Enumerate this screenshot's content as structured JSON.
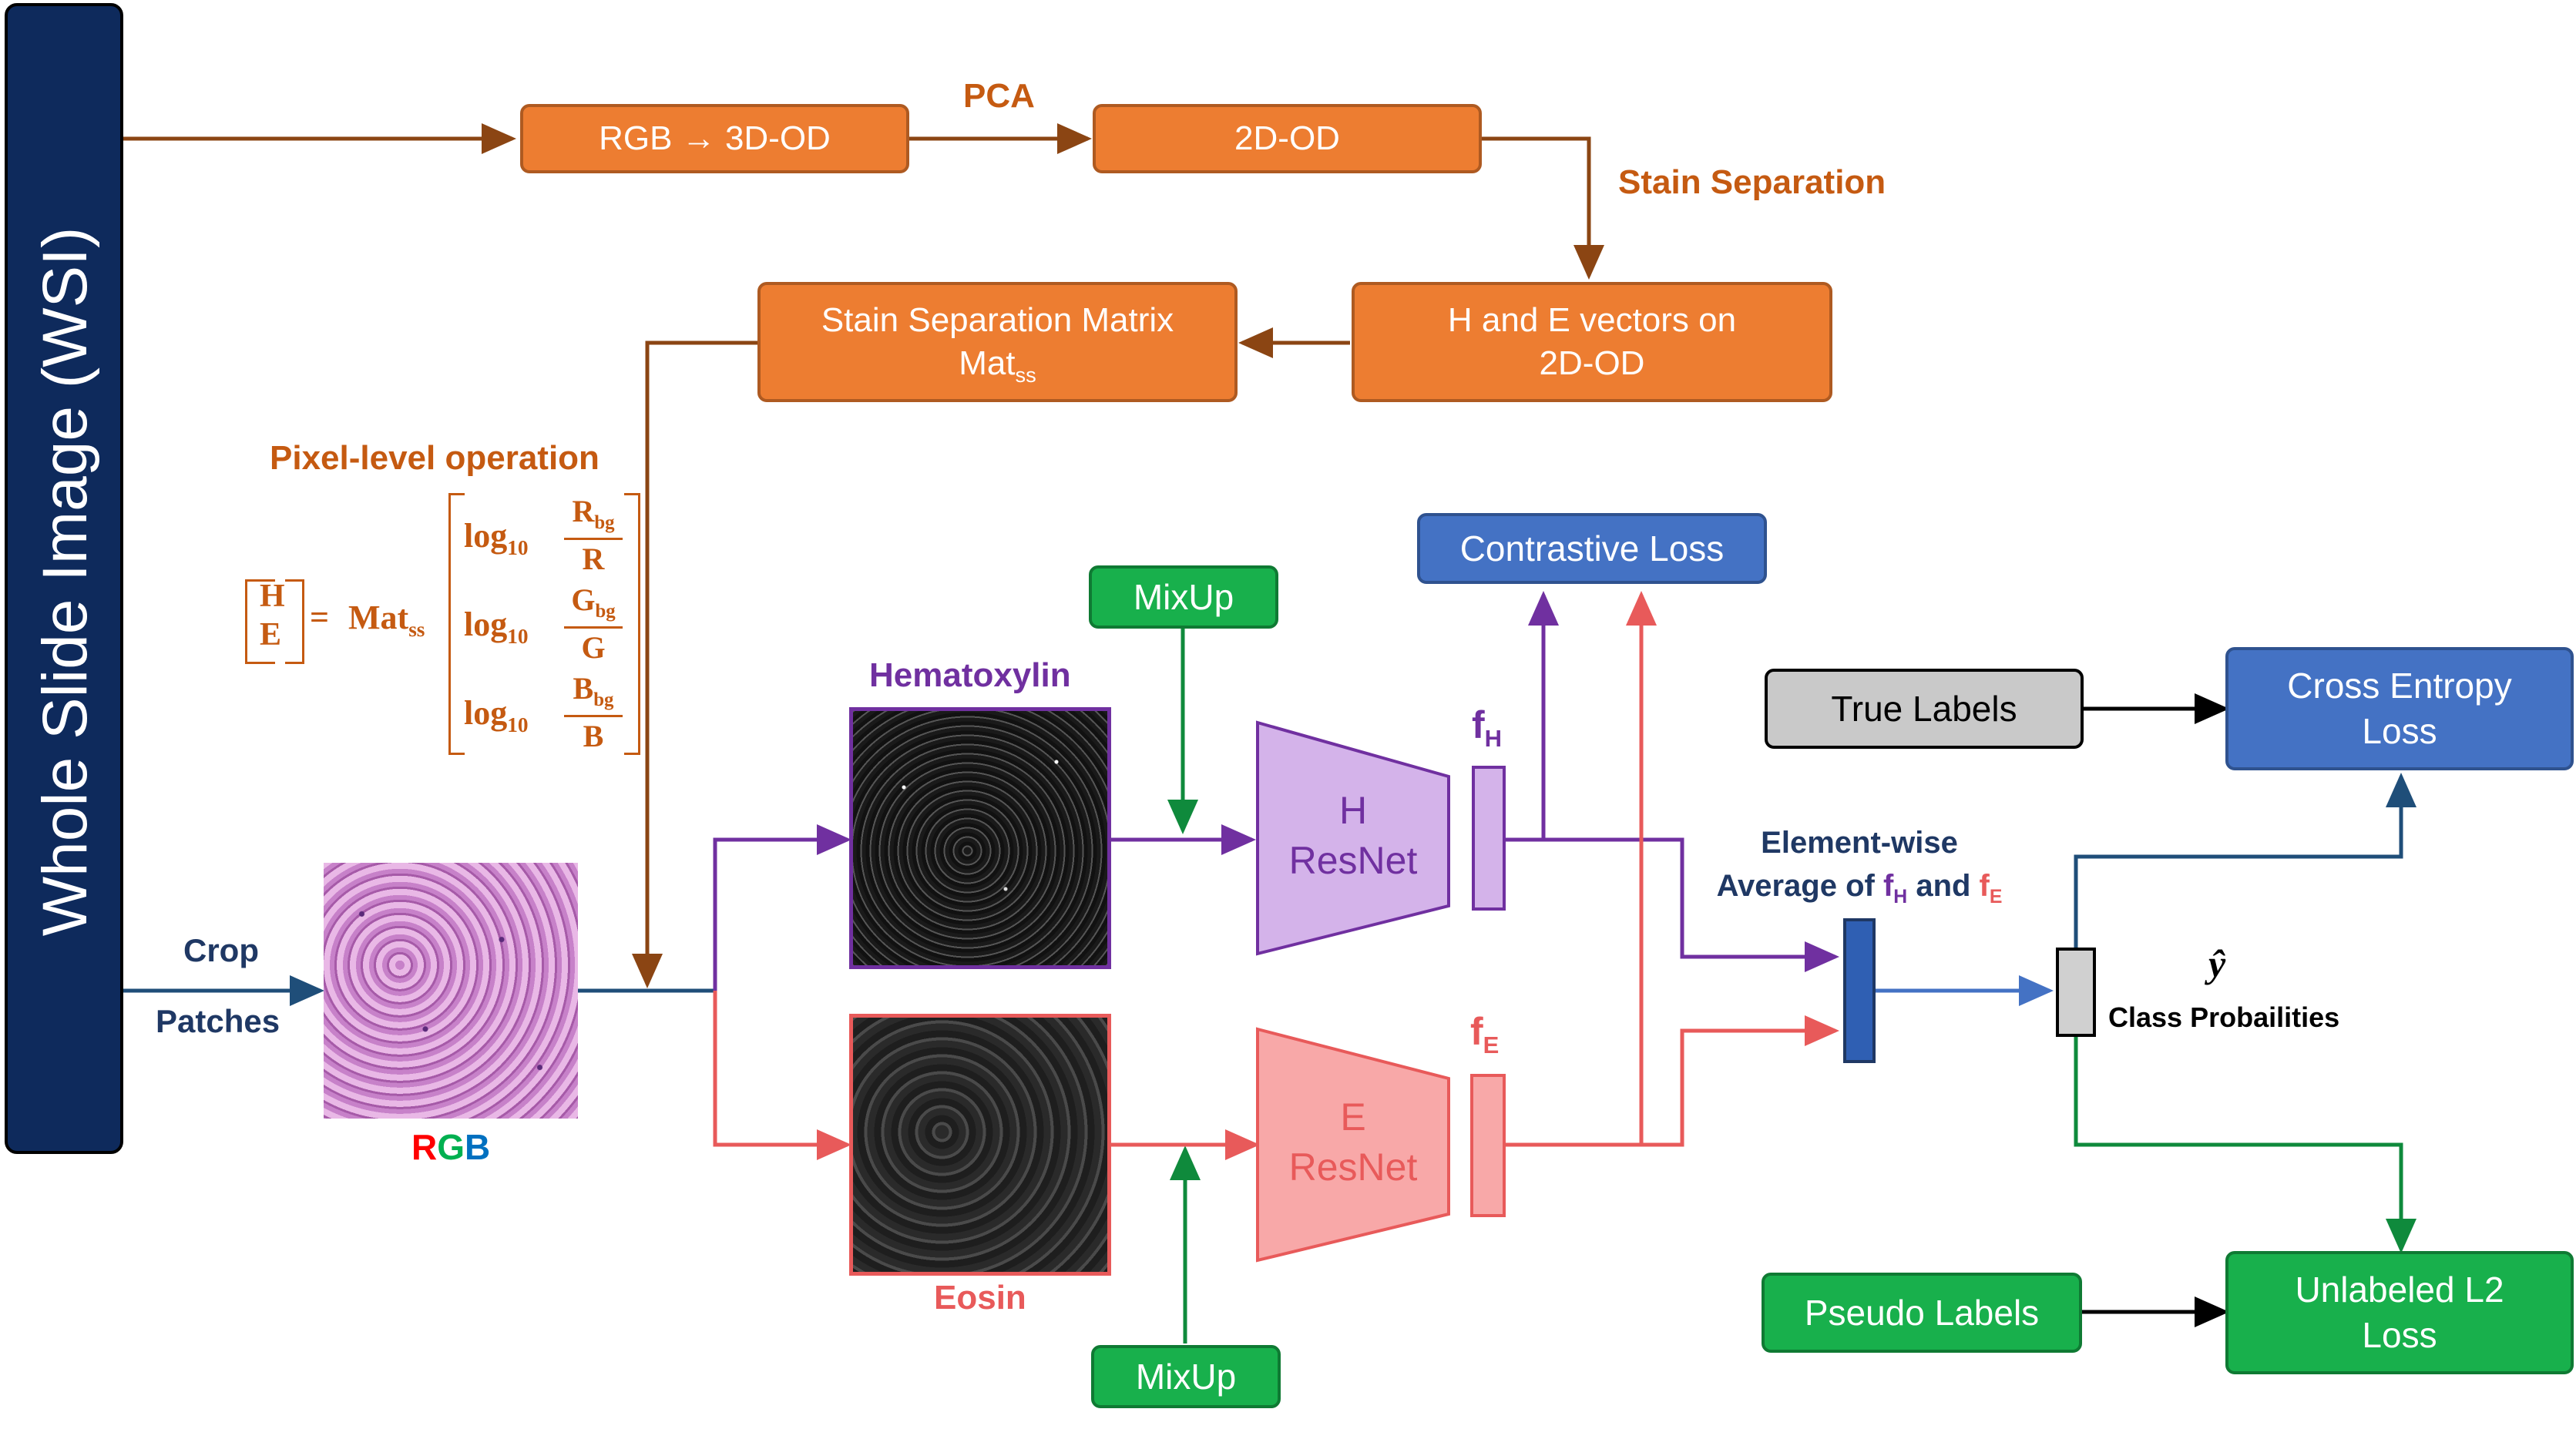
{
  "wsi": {
    "label": "Whole Slide Image (WSI)"
  },
  "top_flow": {
    "rgb_to_od": "RGB → 3D-OD",
    "pca_label": "PCA",
    "od_2d": "2D-OD",
    "stain_separation_label": "Stain Separation",
    "he_vectors_line1": "H and E vectors on",
    "he_vectors_line2": "2D-OD",
    "matrix_line1": "Stain Separation Matrix",
    "matrix_line2_main": "Mat",
    "matrix_line2_sub": "ss"
  },
  "formula": {
    "title": "Pixel-level operation",
    "lhs_top": "H",
    "lhs_bottom": "E",
    "equals": "=",
    "mat": "Mat",
    "mat_sub": "ss",
    "log": "log",
    "log_sub": "10",
    "rows": [
      {
        "num": "R",
        "num_sub": "bg",
        "den": "R"
      },
      {
        "num": "G",
        "num_sub": "bg",
        "den": "G"
      },
      {
        "num": "B",
        "num_sub": "bg",
        "den": "B"
      }
    ]
  },
  "input": {
    "crop_label": "Crop",
    "patches_label": "Patches",
    "rgb_r": "R",
    "rgb_g": "G",
    "rgb_b": "B"
  },
  "branches": {
    "hematoxylin_label": "Hematoxylin",
    "eosin_label": "Eosin",
    "mixup_top": "MixUp",
    "mixup_bottom": "MixUp",
    "h_resnet_line1": "H",
    "h_resnet_line2": "ResNet",
    "e_resnet_line1": "E",
    "e_resnet_line2": "ResNet",
    "fh_main": "f",
    "fh_sub": "H",
    "fe_main": "f",
    "fe_sub": "E"
  },
  "losses": {
    "contrastive": "Contrastive Loss",
    "true_labels": "True Labels",
    "cross_entropy_line1": "Cross Entropy",
    "cross_entropy_line2": "Loss",
    "pseudo_labels": "Pseudo Labels",
    "unlabeled_line1": "Unlabeled L2",
    "unlabeled_line2": "Loss"
  },
  "fusion": {
    "line1": "Element-wise",
    "line2_prefix": "Average of ",
    "fh_main": "f",
    "fh_sub": "H",
    "and": " and ",
    "fe_main": "f",
    "fe_sub": "E",
    "yhat": "ŷ",
    "class_prob": "Class Probailities"
  },
  "colors": {
    "orange_fill": "#ed7d31",
    "orange_text": "#c55a11",
    "arrow_brown": "#8b4513",
    "navy": "#1f4e79",
    "purple": "#7030a0",
    "purple_fill": "#d4b3ea",
    "red": "#e85a5a",
    "red_fill": "#f8a8a8",
    "blue_fill": "#4472c4",
    "green_fill": "#18b04c",
    "green_arrow": "#0f8a3c"
  }
}
